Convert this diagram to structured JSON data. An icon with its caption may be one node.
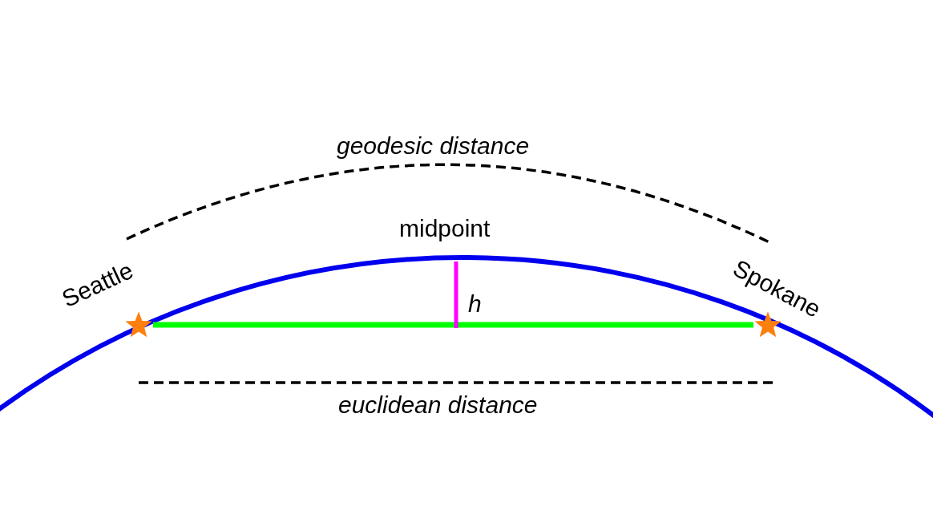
{
  "diagram": {
    "nodes": [
      {
        "text": [
          "Seattle"
        ]
      },
      {
        "text": [
          "Spokane"
        ]
      }
    ],
    "edges": [
      {
        "from": 0,
        "to": 1,
        "arrow": "none",
        "color": "#00ff00"
      }
    ],
    "labels": [
      "geodesic distance",
      "midpoint",
      "h",
      "euclidean distance"
    ]
  }
}
